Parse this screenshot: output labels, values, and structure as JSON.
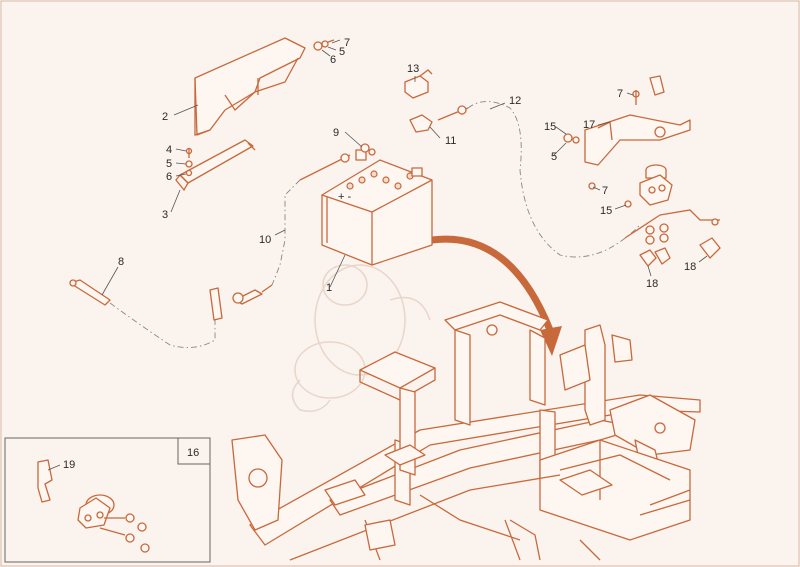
{
  "callouts": {
    "c1": "1",
    "c2": "2",
    "c3": "3",
    "c4": "4",
    "c5a": "5",
    "c5b": "5",
    "c5c": "5",
    "c6a": "6",
    "c6b": "6",
    "c7a": "7",
    "c7b": "7",
    "c7c": "7",
    "c8": "8",
    "c9": "9",
    "c10": "10",
    "c11": "11",
    "c12": "12",
    "c13": "13",
    "c15a": "15",
    "c15b": "15",
    "c16": "16",
    "c17": "17",
    "c18a": "18",
    "c18b": "18",
    "c19": "19"
  },
  "battery_markings": "+ -",
  "colors": {
    "line": "#c8693c",
    "background": "#fbf3ee",
    "leader": "#555555"
  }
}
